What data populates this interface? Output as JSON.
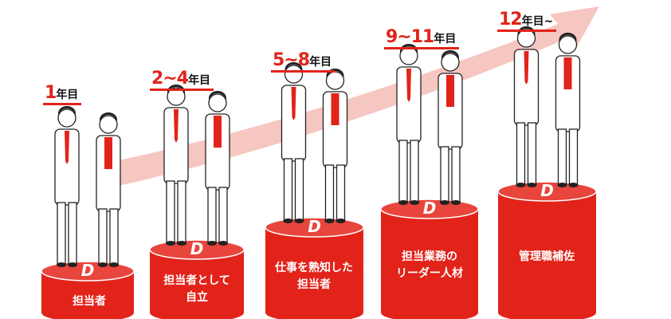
{
  "colors": {
    "accent": "#e2231a",
    "arrow": "#f6c6c0"
  },
  "stages": [
    {
      "num": "1",
      "unit": "年目",
      "role": [
        "担当者"
      ]
    },
    {
      "num": "2~4",
      "unit": "年目",
      "role": [
        "担当者として",
        "自立"
      ]
    },
    {
      "num": "5~8",
      "unit": "年目",
      "role": [
        "仕事を熟知した",
        "担当者"
      ]
    },
    {
      "num": "9~11",
      "unit": "年目",
      "role": [
        "担当業務の",
        "リーダー人材"
      ]
    },
    {
      "num": "12",
      "unit": "年目~",
      "role": [
        "管理職補佐"
      ]
    }
  ]
}
